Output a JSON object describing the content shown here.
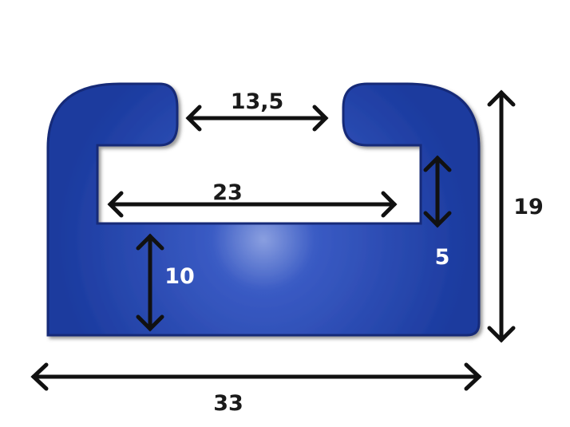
{
  "diagram": {
    "subject": "slide rail profile cross-section",
    "colors": {
      "profile_fill": "#1b3a9e",
      "profile_dark": "#122a78",
      "profile_highlight": "#8a9fe0",
      "dimension_line": "#111111",
      "label_dark": "#1a1a1a",
      "label_light": "#ffffff",
      "background": "#ffffff"
    },
    "dimensions": {
      "slot_opening": {
        "label": "13,5",
        "orientation": "horizontal"
      },
      "inner_width": {
        "label": "23",
        "orientation": "horizontal"
      },
      "inner_height": {
        "label": "5",
        "orientation": "vertical"
      },
      "base_thickness": {
        "label": "10",
        "orientation": "vertical"
      },
      "total_height": {
        "label": "19",
        "orientation": "vertical"
      },
      "total_width": {
        "label": "33",
        "orientation": "horizontal"
      }
    }
  }
}
